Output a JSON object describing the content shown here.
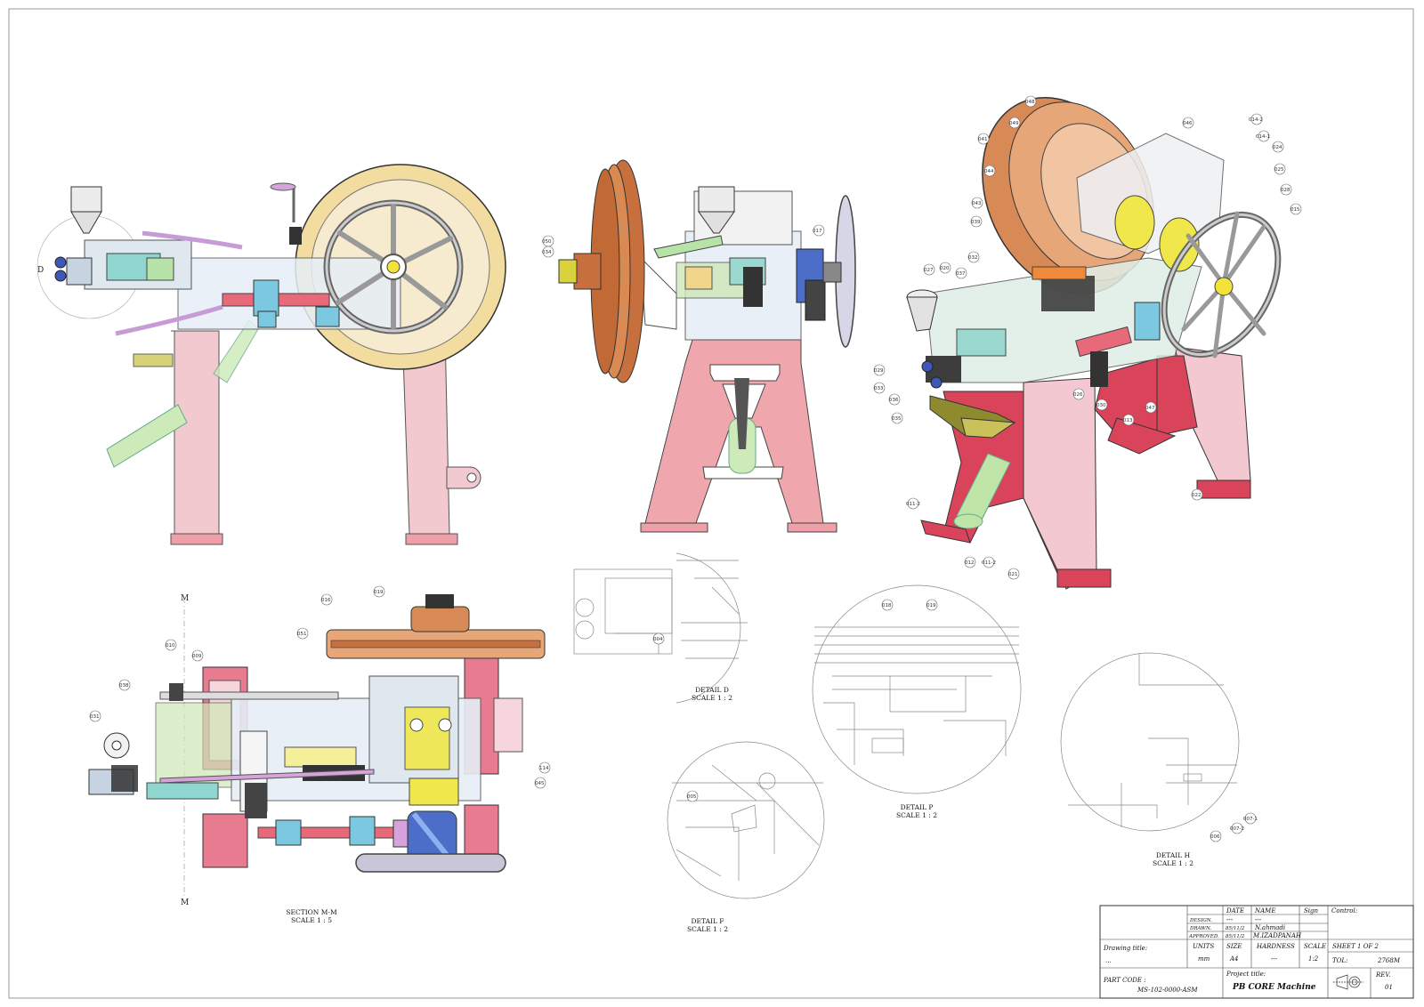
{
  "views": {
    "section_mm": {
      "title": "SECTION M-M",
      "scale": "SCALE 1 : 5",
      "cut_label": "M"
    },
    "detail_d": {
      "title": "DETAIL D",
      "scale": "SCALE 1 : 2",
      "marker": "D"
    },
    "detail_p": {
      "title": "DETAIL P",
      "scale": "SCALE 1 : 2"
    },
    "detail_h": {
      "title": "DETAIL H",
      "scale": "SCALE 1 : 2"
    },
    "detail_f": {
      "title": "DETAIL F",
      "scale": "SCALE 1 : 2"
    }
  },
  "balloons": {
    "front": [
      "050",
      "034",
      "017"
    ],
    "iso": [
      "048",
      "049",
      "041",
      "044",
      "043",
      "039",
      "027",
      "020",
      "037",
      "032",
      "029",
      "033",
      "036",
      "035",
      "046",
      "014-2",
      "014-1",
      "024",
      "025",
      "028",
      "015",
      "026",
      "030",
      "047",
      "013",
      "011-2",
      "012",
      "011-2",
      "021",
      "022"
    ],
    "section": [
      "016",
      "019",
      "051",
      "010",
      "009",
      "038",
      "031",
      "114",
      "045"
    ],
    "details": [
      "004",
      "018",
      "019",
      "005",
      "006",
      "007-1",
      "007-2"
    ]
  },
  "title_block": {
    "headers": {
      "date": "DATE",
      "name": "NAME",
      "sign": "Sign",
      "control": "Control:"
    },
    "rows": [
      {
        "role": "DESIGN.",
        "date": "---",
        "name": "---"
      },
      {
        "role": "DRAWN.",
        "date": "85/11/2",
        "name": "N.ahmadi"
      },
      {
        "role": "APPROVED.",
        "date": "85/11/2",
        "name": "M.IZADPANAH"
      }
    ],
    "units_label": "UNITS",
    "units_value": "mm",
    "size_label": "SIZE",
    "size_value": "A4",
    "hardness_label": "HARDNESS",
    "hardness_value": "---",
    "scale_label": "SCALE",
    "scale_value": "1:2",
    "sheet": "SHEET 1 OF 2",
    "tol_label": "TOL:",
    "tol_value": "2768M",
    "drawing_title_label": "Drawing title:",
    "drawing_title_value": "...",
    "part_code_label": "PART CODE :",
    "part_code_value": "MS-102-0000-ASM",
    "project_title_label": "Project title:",
    "project_title_value": "PB CORE Machine",
    "rev_label": "REV.",
    "rev_value": "01"
  }
}
